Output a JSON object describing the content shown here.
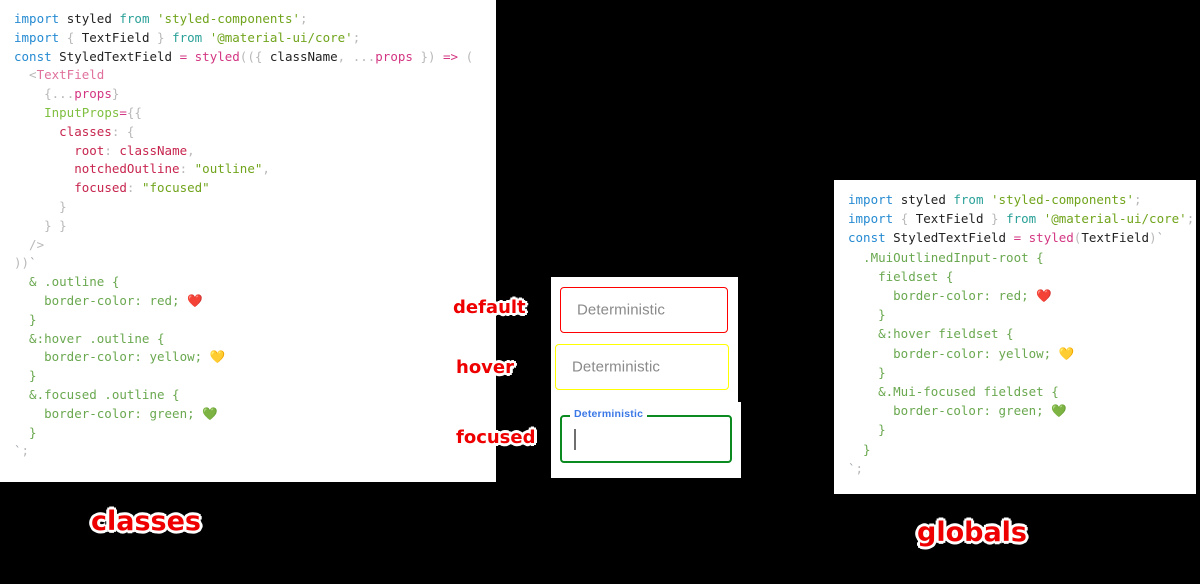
{
  "left_panel": {
    "title": "classes",
    "code_lines": [
      [
        {
          "t": "import ",
          "c": "tok-kw"
        },
        {
          "t": "styled ",
          "c": "tok-plain"
        },
        {
          "t": "from ",
          "c": "tok-from"
        },
        {
          "t": "'styled-components'",
          "c": "tok-str"
        },
        {
          "t": ";",
          "c": "tok-punc"
        }
      ],
      [
        {
          "t": "import ",
          "c": "tok-kw"
        },
        {
          "t": "{ ",
          "c": "tok-punc"
        },
        {
          "t": "TextField",
          "c": "tok-plain"
        },
        {
          "t": " } ",
          "c": "tok-punc"
        },
        {
          "t": "from ",
          "c": "tok-from"
        },
        {
          "t": "'@material-ui/core'",
          "c": "tok-str"
        },
        {
          "t": ";",
          "c": "tok-punc"
        }
      ],
      [
        {
          "t": "",
          "c": "tok-plain"
        }
      ],
      [
        {
          "t": "const ",
          "c": "tok-kw"
        },
        {
          "t": "StyledTextField ",
          "c": "tok-plain"
        },
        {
          "t": "= ",
          "c": "tok-pink"
        },
        {
          "t": "styled",
          "c": "tok-pink"
        },
        {
          "t": "(({ ",
          "c": "tok-punc"
        },
        {
          "t": "className",
          "c": "tok-plain"
        },
        {
          "t": ", ",
          "c": "tok-punc"
        },
        {
          "t": "...",
          "c": "tok-punc"
        },
        {
          "t": "props",
          "c": "tok-pink"
        },
        {
          "t": " }) ",
          "c": "tok-punc"
        },
        {
          "t": "=> ",
          "c": "tok-arrow"
        },
        {
          "t": "(",
          "c": "tok-punc"
        }
      ],
      [
        {
          "t": "  <",
          "c": "tok-punc"
        },
        {
          "t": "TextField",
          "c": "tok-tag"
        }
      ],
      [
        {
          "t": "    {",
          "c": "tok-punc"
        },
        {
          "t": "...",
          "c": "tok-punc"
        },
        {
          "t": "props",
          "c": "tok-pink"
        },
        {
          "t": "}",
          "c": "tok-punc"
        }
      ],
      [
        {
          "t": "    ",
          "c": "tok-plain"
        },
        {
          "t": "InputProps",
          "c": "tok-attr"
        },
        {
          "t": "=",
          "c": "tok-pink"
        },
        {
          "t": "{{",
          "c": "tok-punc"
        }
      ],
      [
        {
          "t": "      ",
          "c": "tok-plain"
        },
        {
          "t": "classes",
          "c": "tok-prop"
        },
        {
          "t": ": ",
          "c": "tok-punc"
        },
        {
          "t": "{",
          "c": "tok-punc"
        }
      ],
      [
        {
          "t": "        ",
          "c": "tok-plain"
        },
        {
          "t": "root",
          "c": "tok-prop"
        },
        {
          "t": ": ",
          "c": "tok-punc"
        },
        {
          "t": "className",
          "c": "tok-prop"
        },
        {
          "t": ",",
          "c": "tok-punc"
        }
      ],
      [
        {
          "t": "        ",
          "c": "tok-plain"
        },
        {
          "t": "notchedOutline",
          "c": "tok-prop"
        },
        {
          "t": ": ",
          "c": "tok-punc"
        },
        {
          "t": "\"outline\"",
          "c": "tok-str"
        },
        {
          "t": ",",
          "c": "tok-punc"
        }
      ],
      [
        {
          "t": "        ",
          "c": "tok-plain"
        },
        {
          "t": "focused",
          "c": "tok-prop"
        },
        {
          "t": ": ",
          "c": "tok-punc"
        },
        {
          "t": "\"focused\"",
          "c": "tok-str"
        }
      ],
      [
        {
          "t": "      }",
          "c": "tok-punc"
        }
      ],
      [
        {
          "t": "    } }",
          "c": "tok-punc"
        }
      ],
      [
        {
          "t": "  />",
          "c": "tok-punc"
        }
      ],
      [
        {
          "t": "))",
          "c": "tok-punc"
        },
        {
          "t": "`",
          "c": "tok-tick"
        }
      ],
      [
        {
          "t": "  & .outline {",
          "c": "tok-green"
        }
      ],
      [
        {
          "t": "    border-color: red; ",
          "c": "tok-green"
        },
        {
          "t": "❤️",
          "c": "emoji"
        }
      ],
      [
        {
          "t": "  }",
          "c": "tok-green"
        }
      ],
      [
        {
          "t": "  &:hover .outline {",
          "c": "tok-green"
        }
      ],
      [
        {
          "t": "    border-color: yellow; ",
          "c": "tok-green"
        },
        {
          "t": "💛",
          "c": "emoji"
        }
      ],
      [
        {
          "t": "  }",
          "c": "tok-green"
        }
      ],
      [
        {
          "t": "  &.focused .outline {",
          "c": "tok-green"
        }
      ],
      [
        {
          "t": "    border-color: green; ",
          "c": "tok-green"
        },
        {
          "t": "💚",
          "c": "emoji"
        }
      ],
      [
        {
          "t": "  }",
          "c": "tok-green"
        }
      ],
      [
        {
          "t": "`",
          "c": "tok-tick"
        },
        {
          "t": ";",
          "c": "tok-punc"
        }
      ]
    ]
  },
  "right_panel": {
    "title": "globals",
    "code_lines": [
      [
        {
          "t": "import ",
          "c": "tok-kw"
        },
        {
          "t": "styled ",
          "c": "tok-plain"
        },
        {
          "t": "from ",
          "c": "tok-from"
        },
        {
          "t": "'styled-components'",
          "c": "tok-str"
        },
        {
          "t": ";",
          "c": "tok-punc"
        }
      ],
      [
        {
          "t": "import ",
          "c": "tok-kw"
        },
        {
          "t": "{ ",
          "c": "tok-punc"
        },
        {
          "t": "TextField",
          "c": "tok-plain"
        },
        {
          "t": " } ",
          "c": "tok-punc"
        },
        {
          "t": "from ",
          "c": "tok-from"
        },
        {
          "t": "'@material-ui/core'",
          "c": "tok-str"
        },
        {
          "t": ";",
          "c": "tok-punc"
        }
      ],
      [
        {
          "t": "",
          "c": "tok-plain"
        }
      ],
      [
        {
          "t": "const ",
          "c": "tok-kw"
        },
        {
          "t": "StyledTextField ",
          "c": "tok-plain"
        },
        {
          "t": "= ",
          "c": "tok-pink"
        },
        {
          "t": "styled",
          "c": "tok-pink"
        },
        {
          "t": "(",
          "c": "tok-punc"
        },
        {
          "t": "TextField",
          "c": "tok-plain"
        },
        {
          "t": ")",
          "c": "tok-punc"
        },
        {
          "t": "`",
          "c": "tok-tick"
        }
      ],
      [
        {
          "t": "  .MuiOutlinedInput-root {",
          "c": "tok-green"
        }
      ],
      [
        {
          "t": "    fieldset {",
          "c": "tok-green"
        }
      ],
      [
        {
          "t": "      border-color: red; ",
          "c": "tok-green"
        },
        {
          "t": "❤️",
          "c": "emoji"
        }
      ],
      [
        {
          "t": "    }",
          "c": "tok-green"
        }
      ],
      [
        {
          "t": "    &:hover fieldset {",
          "c": "tok-green"
        }
      ],
      [
        {
          "t": "      border-color: yellow; ",
          "c": "tok-green"
        },
        {
          "t": "💛",
          "c": "emoji"
        }
      ],
      [
        {
          "t": "    }",
          "c": "tok-green"
        }
      ],
      [
        {
          "t": "    &.Mui-focused fieldset {",
          "c": "tok-green"
        }
      ],
      [
        {
          "t": "      border-color: green; ",
          "c": "tok-green"
        },
        {
          "t": "💚",
          "c": "emoji"
        }
      ],
      [
        {
          "t": "    }",
          "c": "tok-green"
        }
      ],
      [
        {
          "t": "  }",
          "c": "tok-green"
        }
      ],
      [
        {
          "t": "`",
          "c": "tok-tick"
        },
        {
          "t": ";",
          "c": "tok-punc"
        }
      ]
    ]
  },
  "demo": {
    "states": [
      {
        "key": "default",
        "annotation": "default",
        "field_text": "Deterministic",
        "border_color": "#ff0000",
        "label_color": "#8a8a8a"
      },
      {
        "key": "hover",
        "annotation": "hover",
        "field_text": "Deterministic",
        "border_color": "#ffff00",
        "label_color": "#8a8a8a"
      },
      {
        "key": "focused",
        "annotation": "focused",
        "field_text": "Deterministic",
        "border_color": "#0a8a1f",
        "label_color": "#3b78e7",
        "input_value": ""
      }
    ]
  },
  "colors": {
    "background": "#000000",
    "panel": "#ffffff",
    "annotation_text": "#ee0000",
    "annotation_outline": "#ffffff",
    "red": "#ff0000",
    "yellow": "#ffff00",
    "green": "#0a8a1f",
    "focus_label_blue": "#3b78e7"
  }
}
